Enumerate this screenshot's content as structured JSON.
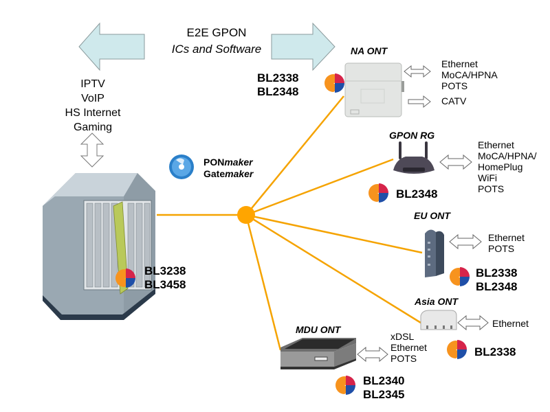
{
  "header": {
    "title": "E2E GPON",
    "subtitle": "ICs and Software"
  },
  "services": [
    "IPTV",
    "VoIP",
    "HS Internet",
    "Gaming"
  ],
  "software": {
    "line1_prefix": "PON",
    "line1_suffix": "maker",
    "line2_prefix": "Gate",
    "line2_suffix": "maker"
  },
  "olt": {
    "chips": [
      "BL3238",
      "BL3458"
    ]
  },
  "devices": {
    "na_ont": {
      "title": "NA ONT",
      "chips": [
        "BL2338",
        "BL2348"
      ],
      "bidir_interfaces": [
        "Ethernet",
        "MoCA/HPNA",
        "POTS"
      ],
      "out_interfaces": [
        "CATV"
      ]
    },
    "gpon_rg": {
      "title": "GPON RG",
      "chips": [
        "BL2348"
      ],
      "interfaces": [
        "Ethernet",
        "MoCA/HPNA/",
        "HomePlug",
        "WiFi",
        "POTS"
      ]
    },
    "eu_ont": {
      "title": "EU ONT",
      "chips": [
        "BL2338",
        "BL2348"
      ],
      "interfaces": [
        "Ethernet",
        "POTS"
      ]
    },
    "asia_ont": {
      "title": "Asia ONT",
      "chips": [
        "BL2338"
      ],
      "interfaces": [
        "Ethernet"
      ]
    },
    "mdu_ont": {
      "title": "MDU ONT",
      "chips": [
        "BL2340",
        "BL2345"
      ],
      "interfaces": [
        "xDSL",
        "Ethernet",
        "POTS"
      ]
    }
  },
  "colors": {
    "fiber": "#f5a300",
    "splitter": "#ffa500",
    "arrow_fill": "#cfe9ec",
    "arrow_stroke": "#8a9a9c",
    "logo_orange": "#f7931e",
    "logo_blue": "#1f4fa8",
    "logo_red": "#d6244a"
  }
}
